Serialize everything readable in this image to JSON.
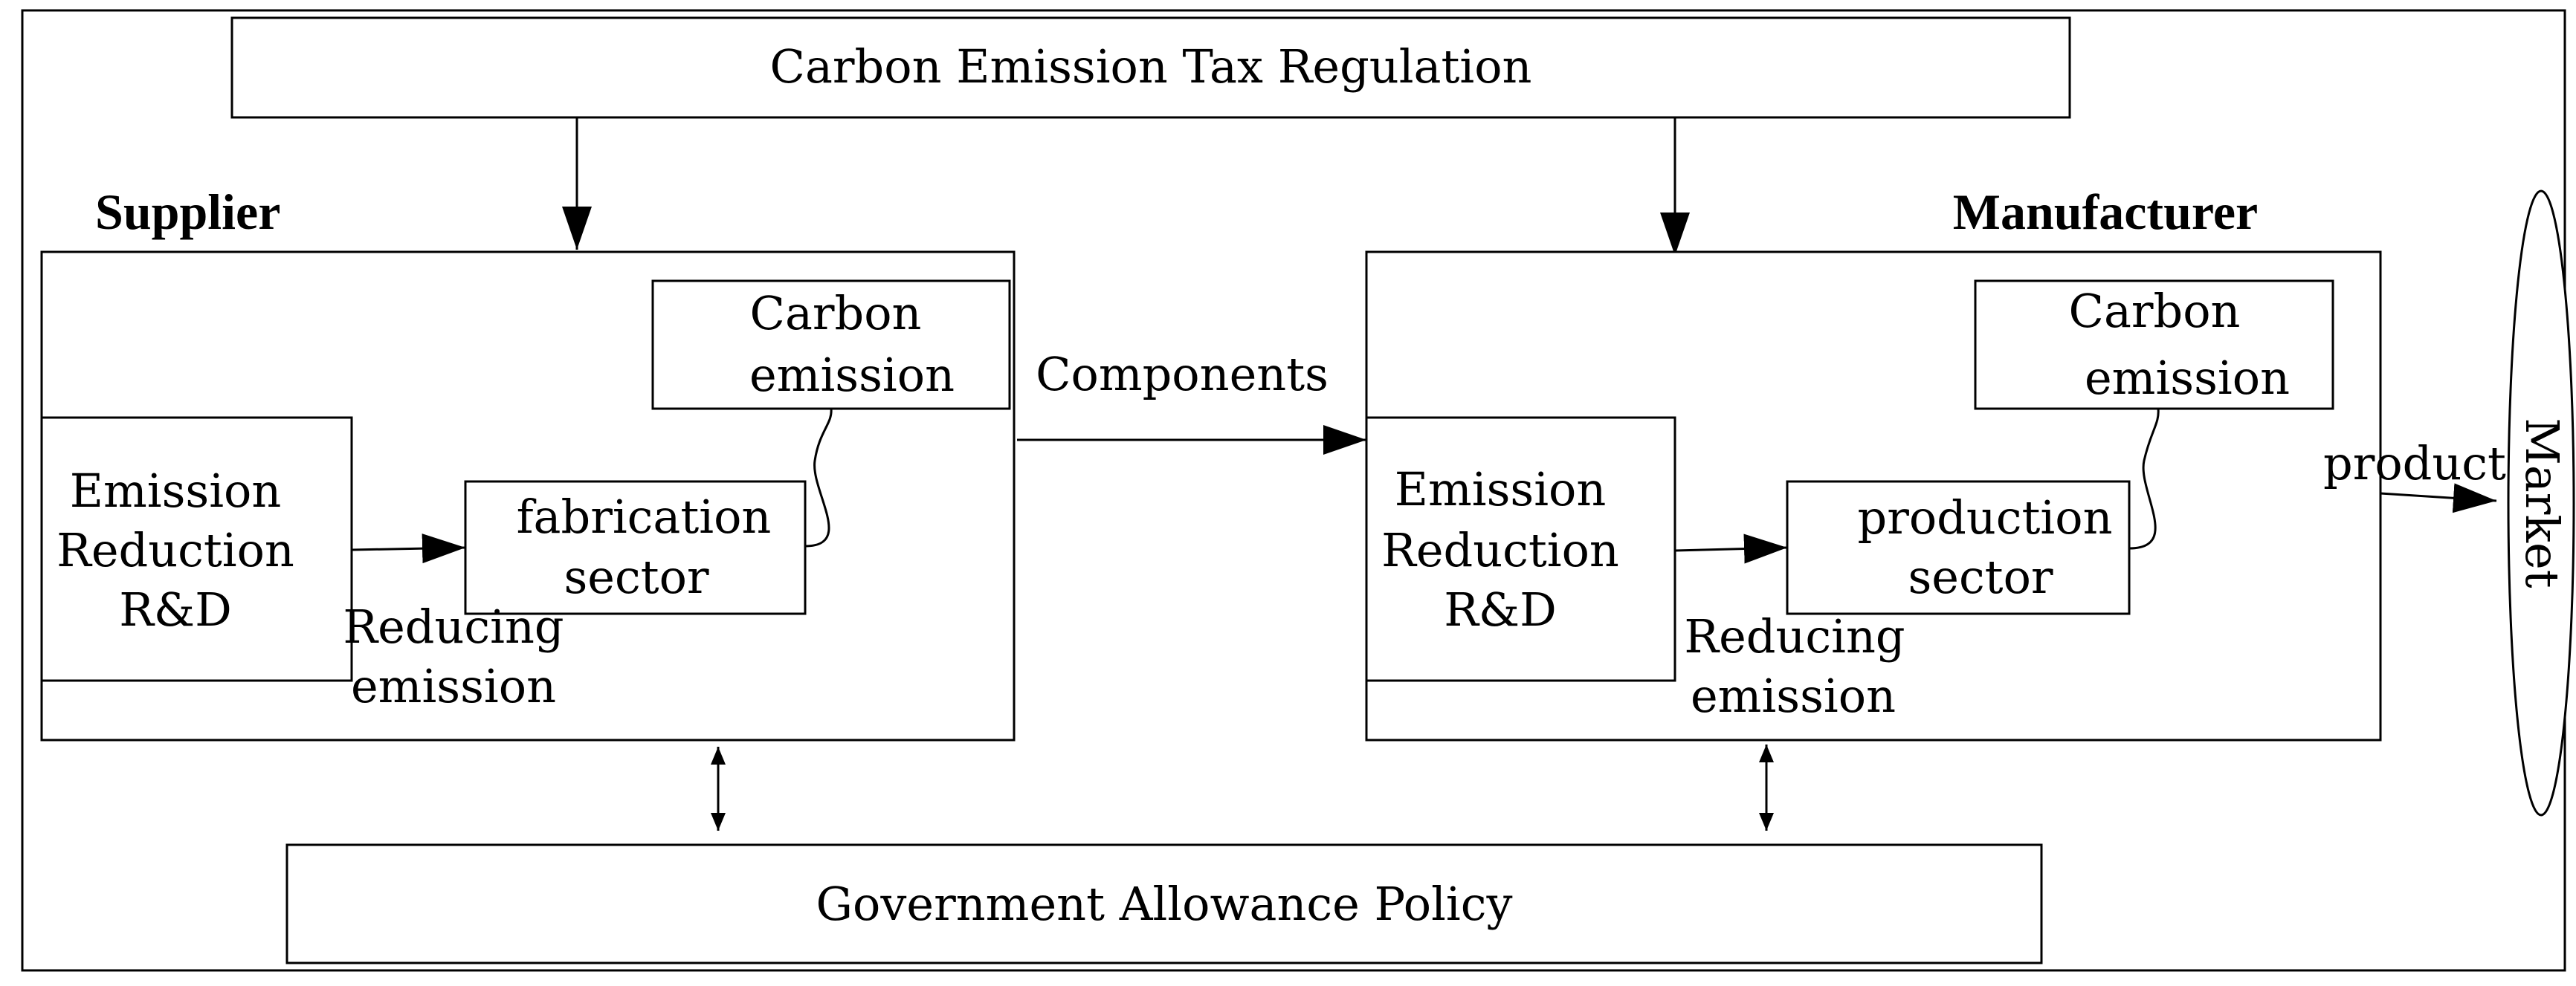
{
  "top_policy": "Carbon Emission Tax Regulation",
  "bottom_policy": "Government Allowance Policy",
  "supplier": {
    "title": "Supplier",
    "rnd": [
      "Emission",
      "Reduction",
      "R&D"
    ],
    "sector": [
      "fabrication",
      "sector"
    ],
    "emission": [
      "Carbon",
      "emission"
    ],
    "reducing": [
      "Reducing",
      "emission"
    ]
  },
  "manufacturer": {
    "title": "Manufacturer",
    "rnd": [
      "Emission",
      "Reduction",
      "R&D"
    ],
    "sector": [
      "production",
      "sector"
    ],
    "emission": [
      "Carbon",
      "emission"
    ],
    "reducing": [
      "Reducing",
      "emission"
    ]
  },
  "components_label": "Components",
  "product_label": "product",
  "market_label": "Market"
}
